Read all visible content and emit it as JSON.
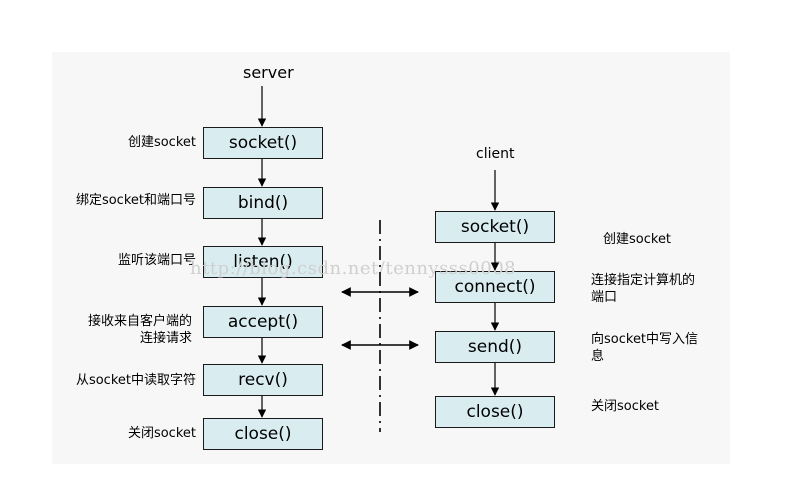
{
  "server": {
    "title": "server",
    "steps": [
      {
        "func": "socket()",
        "note": [
          "创建socket"
        ]
      },
      {
        "func": "bind()",
        "note": [
          "绑定socket和端口号"
        ]
      },
      {
        "func": "listen()",
        "note": [
          "监听该端口号"
        ]
      },
      {
        "func": "accept()",
        "note": [
          "接收来自客户端的",
          "连接请求"
        ]
      },
      {
        "func": "recv()",
        "note": [
          "从socket中读取字符"
        ]
      },
      {
        "func": "close()",
        "note": [
          "关闭socket"
        ]
      }
    ]
  },
  "client": {
    "title": "client",
    "steps": [
      {
        "func": "socket()",
        "note": [
          "创建socket"
        ]
      },
      {
        "func": "connect()",
        "note": [
          "连接指定计算机的",
          "端口"
        ]
      },
      {
        "func": "send()",
        "note": [
          "向socket中写入信",
          "息"
        ]
      },
      {
        "func": "close()",
        "note": [
          "关闭socket"
        ]
      }
    ]
  },
  "watermark": "http://blog.csdn.net/tennysss0008",
  "colors": {
    "box_fill": "#d9edf0",
    "line": "#000000",
    "panel": "#f7f7f7"
  }
}
